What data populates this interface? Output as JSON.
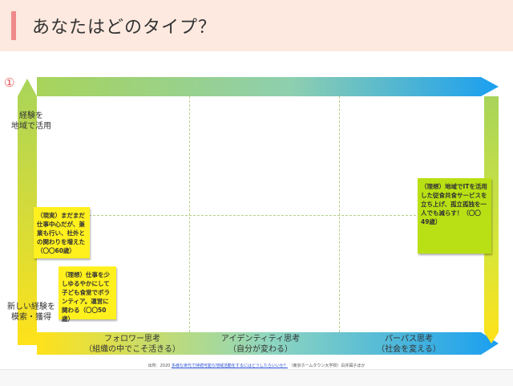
{
  "header": {
    "title": "あなたはどのタイプ？"
  },
  "figure": {
    "number": "①",
    "y_axis": {
      "top_label_1": "経験を",
      "top_label_2": "地域で活用",
      "bottom_label_1": "新しい経験を",
      "bottom_label_2": "模索・獲得"
    },
    "x_axis": [
      {
        "line1": "フォロワー思考",
        "line2": "（組織の中でこそ活きる）"
      },
      {
        "line1": "アイデンティティ思考",
        "line2": "（自分が変わる）"
      },
      {
        "line1": "パーパス思考",
        "line2": "（社会を変える）"
      }
    ],
    "notes": [
      {
        "text": "（現実）まだまだ仕事中心だが、兼業も行い、社外との関わりを増えた（〇〇60歳）",
        "color": "#fff01e"
      },
      {
        "text": "（理想）仕事を少しゆるやかにして子ども食堂でボランティア。運営に関わる（〇〇50歳）",
        "color": "#fff01e"
      },
      {
        "text": "（理想）地域でITを活用した従食共食サービスを立ち上げ、孤立孤独を一人でも減らす！（〇〇49歳）",
        "color": "#b9e014"
      }
    ],
    "colors": {
      "frame_green": "#a8d45a",
      "frame_yellow": "#ffe21a",
      "frame_blue": "#1a9ff0",
      "dashed_grid": "#b4cf8a"
    }
  },
  "footer": {
    "source_prefix": "出所：2020",
    "source_link": "多様な世代で持続可能な地域活動をするにはどうしたらいいか？",
    "source_suffix": "（東京ホームタウン大学校）白井図子ほか"
  }
}
